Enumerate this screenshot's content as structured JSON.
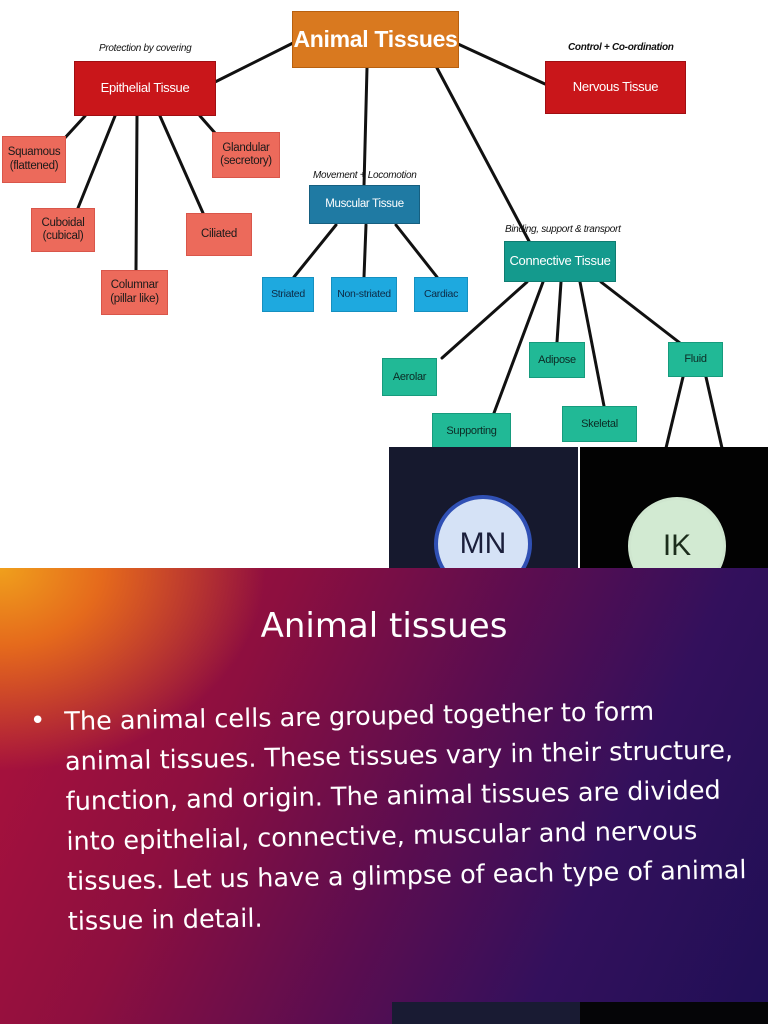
{
  "diagram": {
    "root": "Animal Tissues",
    "epithelial": {
      "caption": "Protection by covering",
      "label": "Epithelial Tissue",
      "children": {
        "squamous": "Squamous\n(flattened)",
        "cuboidal": "Cuboidal\n(cubical)",
        "columnar": "Columnar\n(pillar like)",
        "ciliated": "Ciliated",
        "glandular": "Glandular\n(secretory)"
      }
    },
    "nervous": {
      "caption": "Control + Co-ordination",
      "label": "Nervous Tissue"
    },
    "muscular": {
      "caption": "Movement  +  Locomotion",
      "label": "Muscular Tissue",
      "children": {
        "striated": "Striated",
        "non_striated": "Non-striated",
        "cardiac": "Cardiac"
      }
    },
    "connective": {
      "caption": "Binding, support & transport",
      "label": "Connective Tissue",
      "children": {
        "aerolar": "Aerolar",
        "supporting": "Supporting",
        "adipose": "Adipose",
        "skeletal": "Skeletal",
        "fluid": "Fluid"
      }
    }
  },
  "participants": {
    "mn": {
      "initials": "MN",
      "avatar_color": "#d5e2f6",
      "ring_color": "#3050b4"
    },
    "ik": {
      "initials": "IK",
      "avatar_color": "#d2ead2"
    }
  },
  "slide": {
    "title": "Animal tissues",
    "bullet": "•",
    "body": "The animal cells are grouped together to form animal tissues. These tissues vary in their structure, function, and origin. The animal tissues are divided into epithelial, connective, muscular and nervous tissues. Let us have a glimpse of each type of animal tissue in detail."
  },
  "colors": {
    "root": "#d9791f",
    "epithelial": "#c9161a",
    "epithelial_leaf": "#ec6a5b",
    "muscular": "#1f7aa3",
    "muscular_leaf": "#1ea9df",
    "connective": "#149a8d",
    "connective_leaf": "#21b996"
  }
}
